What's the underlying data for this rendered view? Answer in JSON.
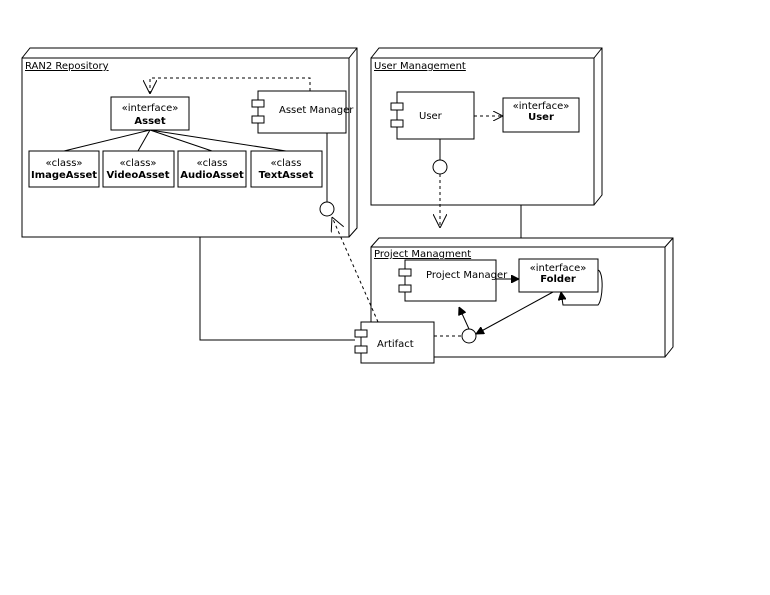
{
  "nodes": {
    "repository": {
      "title": "RAN2 Repository"
    },
    "user_mgmt": {
      "title": "User Management"
    },
    "project_mgmt": {
      "title": "Project Managment"
    }
  },
  "components": {
    "asset_manager": "Asset Manager",
    "user": "User",
    "project_manager": "Project Manager",
    "artifact": "Artifact"
  },
  "classifiers": {
    "asset": {
      "stereotype": "«interface»",
      "name": "Asset"
    },
    "image_asset": {
      "stereotype": "«class»",
      "name": "ImageAsset"
    },
    "video_asset": {
      "stereotype": "«class»",
      "name": "VideoAsset"
    },
    "audio_asset": {
      "stereotype": "«class",
      "name": "AudioAsset"
    },
    "text_asset": {
      "stereotype": "«class",
      "name": "TextAsset"
    },
    "user_iface": {
      "stereotype": "«interface»",
      "name": "User"
    },
    "folder": {
      "stereotype": "«interface»",
      "name": "Folder"
    }
  }
}
